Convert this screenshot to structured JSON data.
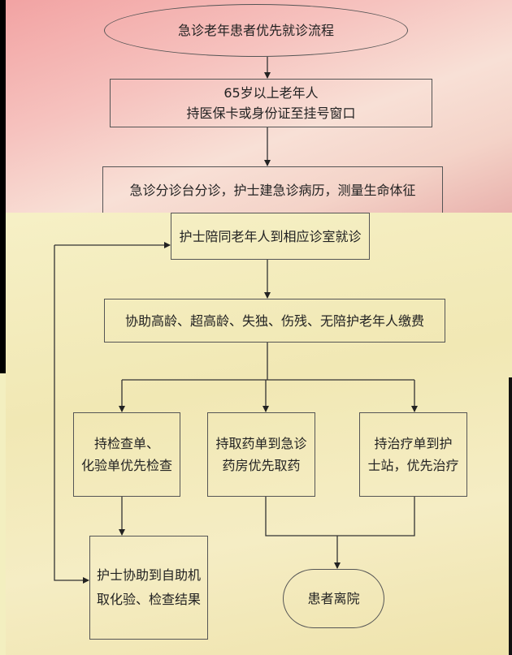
{
  "title": "急诊老年患者优先就诊流程",
  "steps": {
    "register": [
      "65岁以上老年人",
      "持医保卡或身份证至挂号窗口"
    ],
    "triage": "急诊分诊台分诊，护士建急诊病历，测量生命体征",
    "accompany": "护士陪同老年人到相应诊室就诊",
    "payment": "协助高龄、超高龄、失独、伤残、无陪护老年人缴费",
    "exam": [
      "持检查单、",
      "化验单优先检查"
    ],
    "pharmacy": [
      "持取药单到急诊",
      "药房优先取药"
    ],
    "treatment": [
      "持治疗单到护",
      "士站，优先治疗"
    ],
    "results": [
      "护士协助到自助机",
      "取化验、检查结果"
    ],
    "discharge": "患者离院"
  },
  "colors": {
    "top_bg": "#f4c0bb",
    "bottom_bg": "#f3efc0",
    "stroke": "#333333"
  }
}
